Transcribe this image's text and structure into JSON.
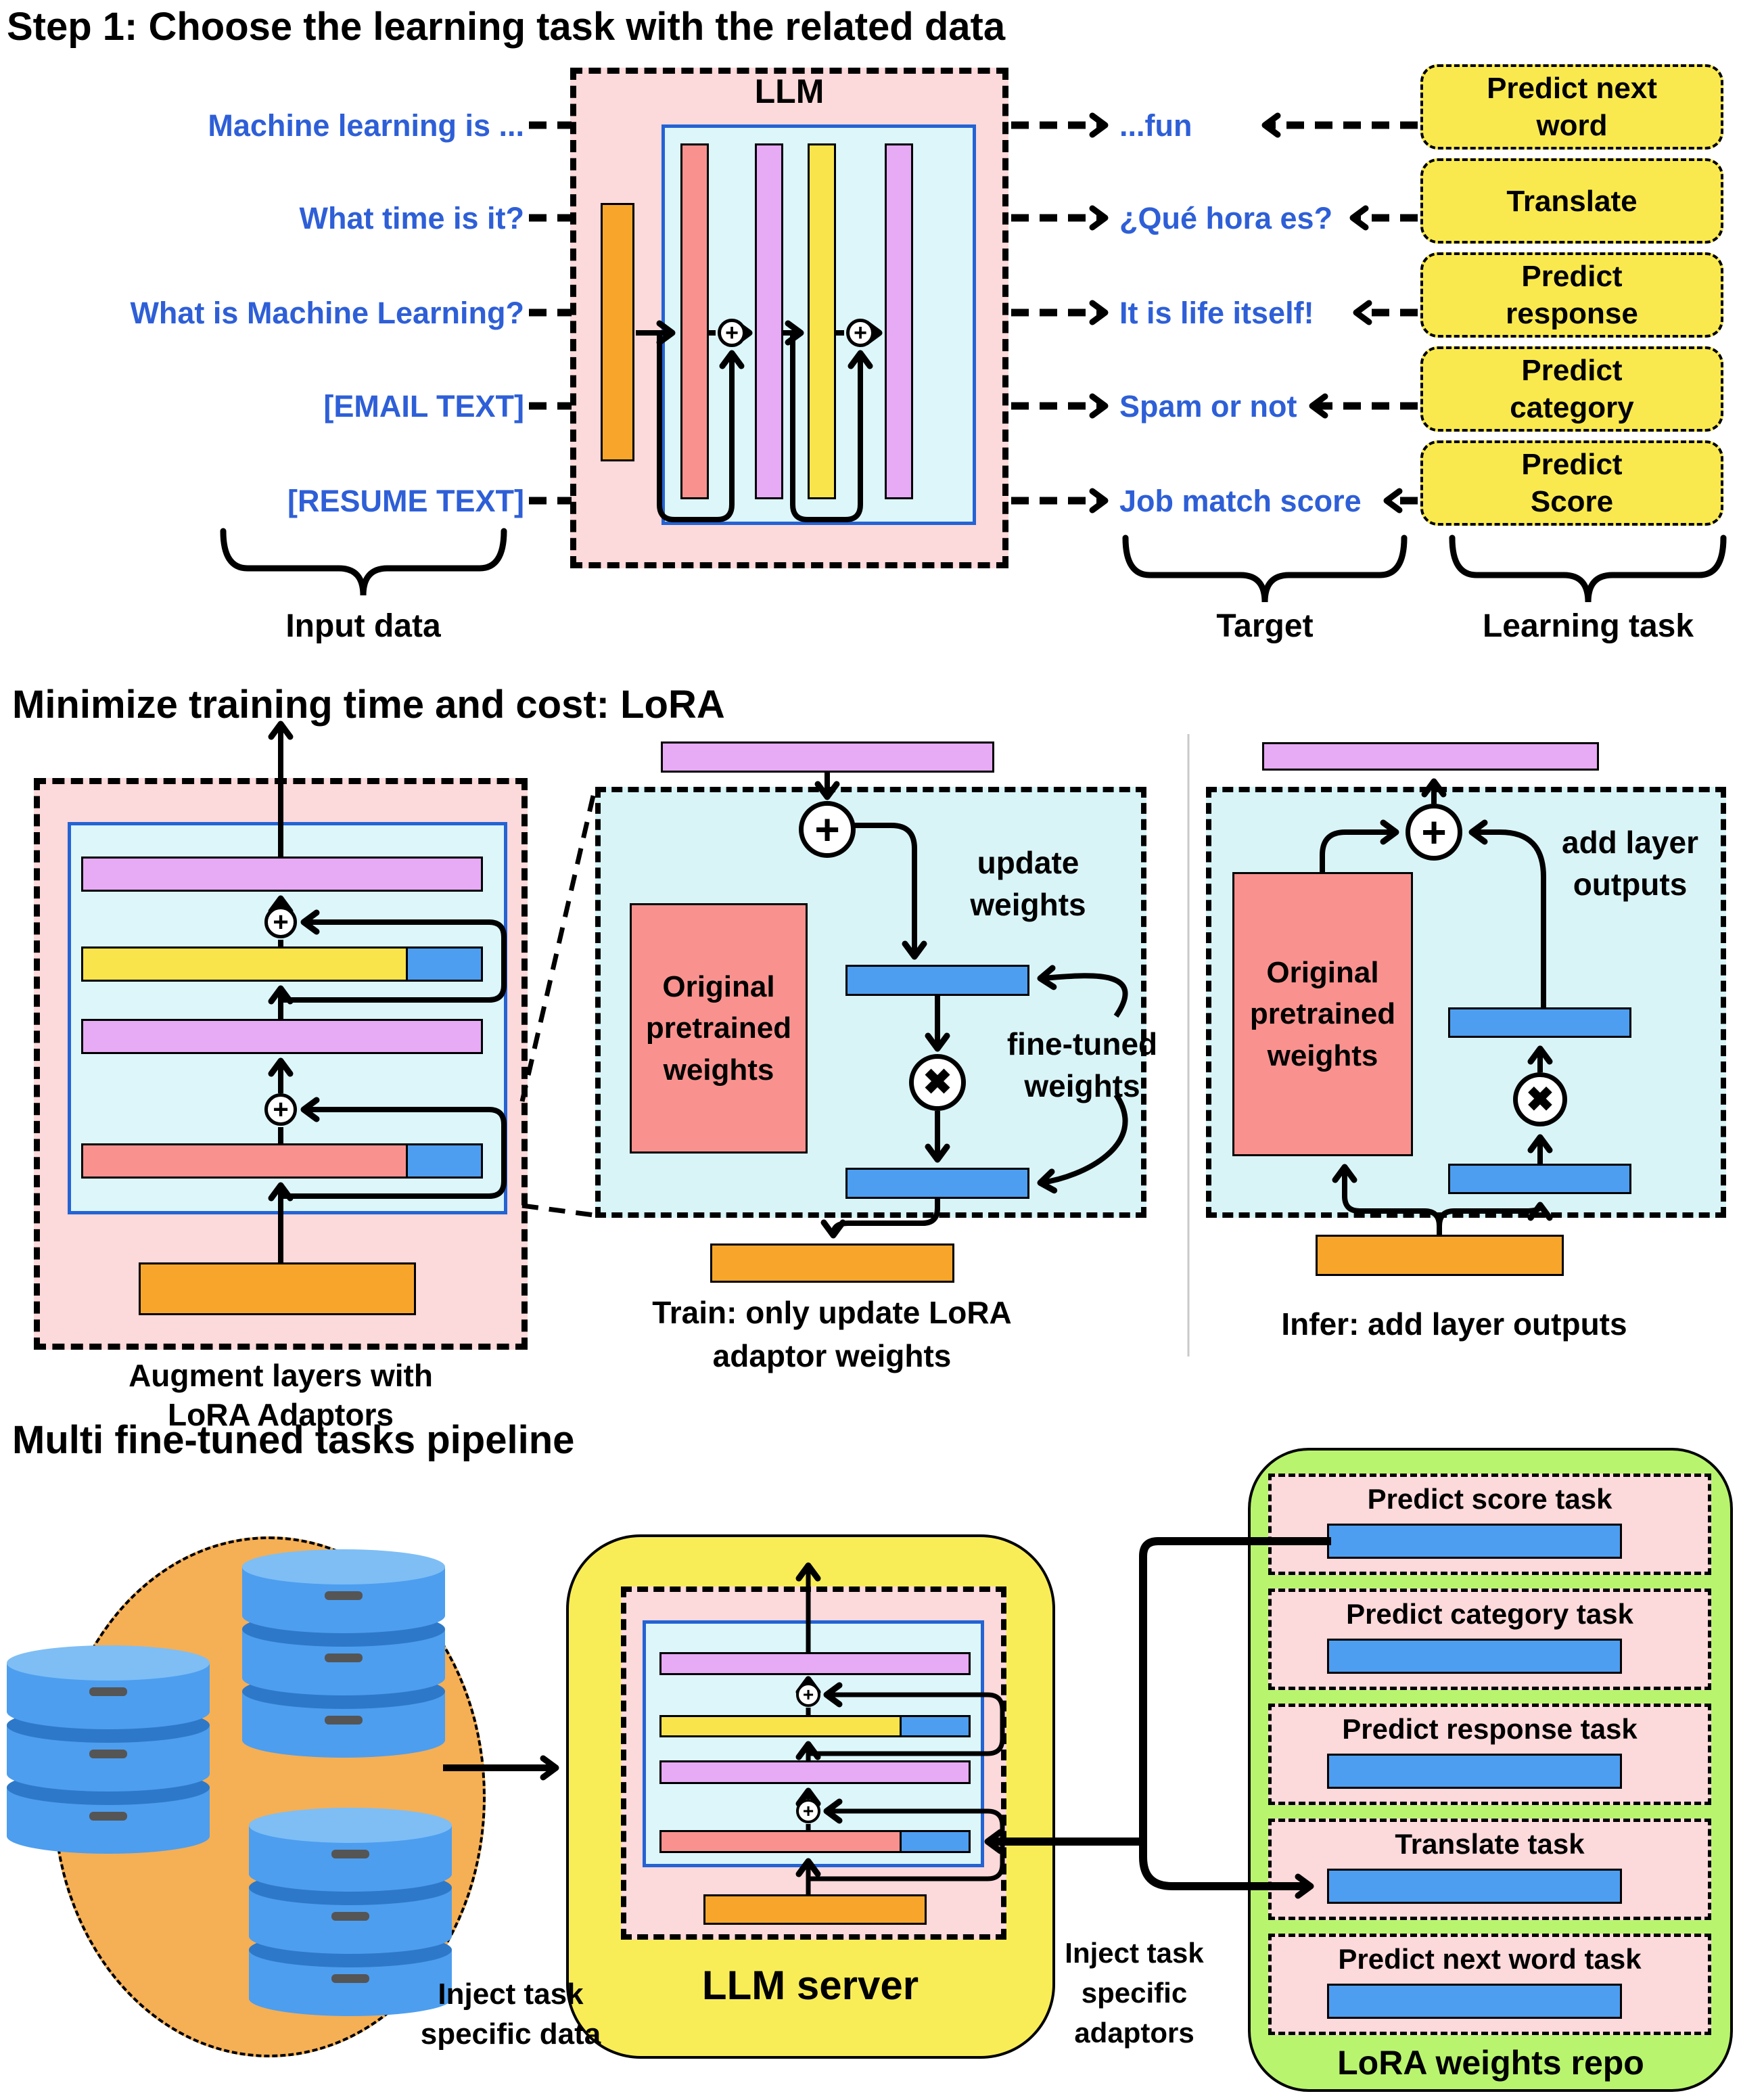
{
  "step1": {
    "title": "Step 1: Choose the learning task with the related data",
    "llm_label": "LLM",
    "inputs": [
      {
        "text": "Machine learning is ..."
      },
      {
        "text": "What time is it?"
      },
      {
        "text": "What is Machine Learning?"
      },
      {
        "text": "[EMAIL TEXT]"
      },
      {
        "text": "[RESUME TEXT]"
      }
    ],
    "outputs": [
      {
        "text": "...fun"
      },
      {
        "text": "¿Qué hora es?"
      },
      {
        "text": "It is life itself!"
      },
      {
        "text": "Spam or not"
      },
      {
        "text": "Job match score"
      }
    ],
    "tasks": [
      {
        "label": "Predict next word"
      },
      {
        "label": "Translate"
      },
      {
        "label": "Predict response"
      },
      {
        "label": "Predict category"
      },
      {
        "label": "Predict Score"
      }
    ],
    "brace_labels": {
      "input": "Input data",
      "target": "Target",
      "task": "Learning task"
    }
  },
  "lora": {
    "title": "Minimize training time and cost: LoRA",
    "augment_caption": "Augment layers with\nLoRA Adaptors",
    "train_caption": "Train: only update LoRA\nadaptor weights",
    "infer_caption": "Infer: add layer outputs",
    "update_weights": "update\nweights",
    "fine_tuned_weights": "fine-tuned\nweights",
    "add_layer_outputs": "add layer\noutputs",
    "original_weights": "Original\npretrained\nweights",
    "plus": "+",
    "times": "✖"
  },
  "pipeline": {
    "title": "Multi fine-tuned tasks pipeline",
    "inject_data": "Inject task\nspecific data",
    "inject_adaptors": "Inject task\nspecific\nadaptors",
    "server_label": "LLM server",
    "repo_label": "LoRA weights repo",
    "repo_tasks": [
      {
        "label": "Predict score task"
      },
      {
        "label": "Predict category task"
      },
      {
        "label": "Predict response task"
      },
      {
        "label": "Translate task"
      },
      {
        "label": "Predict next word task"
      }
    ]
  },
  "colors": {
    "blue_text": "#2e5fd7",
    "pink_bg": "#fcd9da",
    "cyan_bg": "#dcf6fa",
    "blue_border": "#2463d4",
    "violet_bar": "#e7aaf5",
    "yellow_bar": "#f9e44c",
    "salmon_bar": "#f9928f",
    "orange_bar": "#f8a62b",
    "adapter_blue": "#4d9ef0",
    "task_yellow": "#f9e94e",
    "server_yellow": "#f9ed57",
    "repo_green": "#b9f46e",
    "db_blue": "#4d9eef",
    "db_light": "#7ebef5",
    "db_dark": "#2e78c9",
    "data_circle_orange": "#f5af55"
  }
}
